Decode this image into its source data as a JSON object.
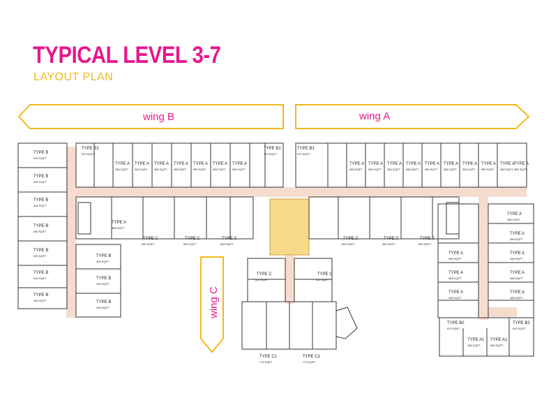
{
  "header": {
    "title": "TYPICAL LEVEL 3-7",
    "subtitle": "LAYOUT PLAN"
  },
  "colors": {
    "title": "#e8168f",
    "subtitle": "#f2b81c",
    "wing_arrow": "#f2b81c",
    "wing_text": "#e8168f",
    "corridor": "#f6dccf",
    "core": "#f7d98a"
  },
  "wings": {
    "b": "wing B",
    "a": "wing A",
    "c": "wing C"
  },
  "units": {
    "b": "TYPE B",
    "b_area": "490 SQFT",
    "b1": "TYPE B1",
    "b1_area": "570 SQFT",
    "a": "TYPE A",
    "a_area": "385 SQFT",
    "c": "TYPE C",
    "c_area": "650 SQFT",
    "c1": "TYPE C1",
    "c1_area": "779 SQFT",
    "b2": "TYPE B2",
    "b2_area": "570 SQFT",
    "a1": "TYPE A1",
    "a1_area": "385 SQFT"
  }
}
